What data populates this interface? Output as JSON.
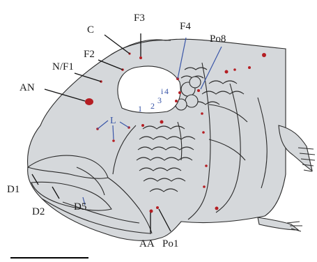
{
  "labels": {
    "C": "C",
    "F3": "F3",
    "F4": "F4",
    "Po8": "Po8",
    "F2": "F2",
    "NF1": "N/F1",
    "AN": "AN",
    "L": "L",
    "i": "i",
    "n1": "1",
    "n2": "2",
    "n3": "3",
    "n4": "4",
    "D1": "D1",
    "D2": "D2",
    "D5": "D5",
    "AA": "AA",
    "Po1": "Po1"
  },
  "colors": {
    "body": "#d5d8db",
    "outline": "#2a2a2a",
    "pore": "#b51e23",
    "blue": "#3a56a8",
    "eye": "#ffffff"
  }
}
